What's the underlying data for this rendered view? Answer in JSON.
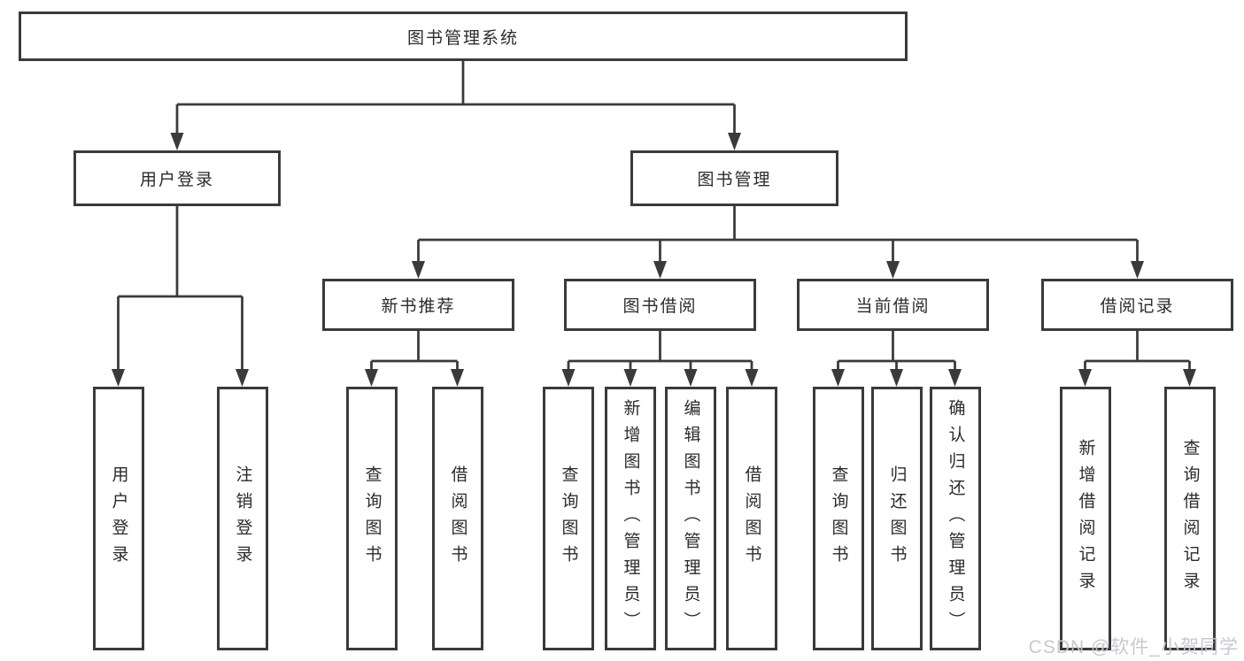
{
  "diagram": {
    "type": "tree",
    "root": {
      "label": "图书管理系统",
      "children": [
        {
          "label": "用户登录",
          "children": [
            {
              "label": "用户登录"
            },
            {
              "label": "注销登录"
            }
          ]
        },
        {
          "label": "图书管理",
          "children": [
            {
              "label": "新书推荐",
              "children": [
                {
                  "label": "查询图书"
                },
                {
                  "label": "借阅图书"
                }
              ]
            },
            {
              "label": "图书借阅",
              "children": [
                {
                  "label": "查询图书"
                },
                {
                  "label": "新增图书（管理员）"
                },
                {
                  "label": "编辑图书（管理员）"
                },
                {
                  "label": "借阅图书"
                }
              ]
            },
            {
              "label": "当前借阅",
              "children": [
                {
                  "label": "查询图书"
                },
                {
                  "label": "归还图书"
                },
                {
                  "label": "确认归还（管理员）"
                }
              ]
            },
            {
              "label": "借阅记录",
              "children": [
                {
                  "label": "新增借阅记录"
                },
                {
                  "label": "查询借阅记录"
                }
              ]
            }
          ]
        }
      ]
    },
    "colors": {
      "line": "#3a3a3a",
      "box_border": "#3a3a3a",
      "text": "#2b2b2b",
      "background": "#ffffff",
      "watermark": "#c4c7cf"
    }
  },
  "watermark": {
    "text": "CSDN @软件_小贺同学"
  }
}
